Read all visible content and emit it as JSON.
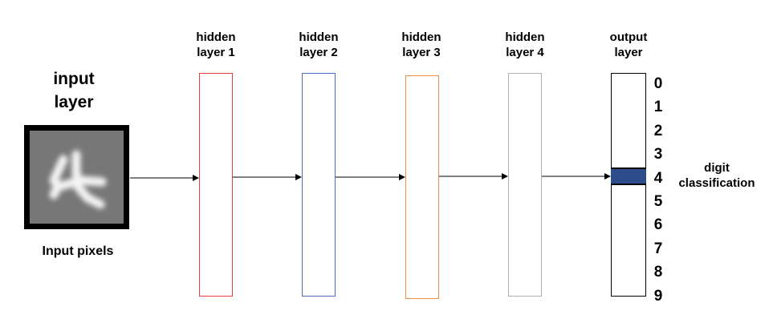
{
  "input": {
    "title_line1": "input",
    "title_line2": "layer",
    "caption": "Input pixels"
  },
  "hidden_layers": [
    {
      "line1": "hidden",
      "line2": "layer 1",
      "color": "#e84040"
    },
    {
      "line1": "hidden",
      "line2": "layer 2",
      "color": "#4a6fc0"
    },
    {
      "line1": "hidden",
      "line2": "layer 3",
      "color": "#ef8a4a"
    },
    {
      "line1": "hidden",
      "line2": "layer 4",
      "color": "#b0b0b0"
    }
  ],
  "output": {
    "line1": "output",
    "line2": "layer",
    "digits": [
      "0",
      "1",
      "2",
      "3",
      "4",
      "5",
      "6",
      "7",
      "8",
      "9"
    ],
    "highlighted_digit": "4",
    "highlight_color": "#2c4c8c",
    "classification_line1": "digit",
    "classification_line2": "classification"
  }
}
